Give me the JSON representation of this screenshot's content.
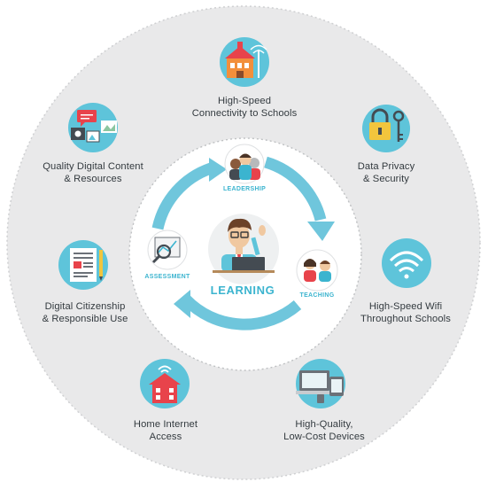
{
  "outer_items": [
    {
      "id": "connectivity",
      "line1": "High-Speed",
      "line2": "Connectivity to Schools",
      "icon": "school-building-icon"
    },
    {
      "id": "privacy",
      "line1": "Data Privacy",
      "line2": "& Security",
      "icon": "padlock-key-icon"
    },
    {
      "id": "wifi",
      "line1": "High-Speed Wifi",
      "line2": "Throughout Schools",
      "icon": "wifi-icon"
    },
    {
      "id": "devices",
      "line1": "High-Quality,",
      "line2": "Low-Cost Devices",
      "icon": "devices-icon"
    },
    {
      "id": "home",
      "line1": "Home Internet",
      "line2": "Access",
      "icon": "home-wifi-icon"
    },
    {
      "id": "citizenship",
      "line1": "Digital Citizenship",
      "line2": "& Responsible Use",
      "icon": "document-icon"
    },
    {
      "id": "content",
      "line1": "Quality Digital Content",
      "line2": "& Resources",
      "icon": "media-content-icon"
    }
  ],
  "cycle": {
    "leadership": "LEADERSHIP",
    "teaching": "TEACHING",
    "assessment": "ASSESSMENT",
    "center": "LEARNING"
  },
  "colors": {
    "accent": "#3bb4cf",
    "outer_ring": "#e9e9ea",
    "icon_circle": "#5ec4da",
    "red": "#e8434b",
    "orange": "#f28f3b",
    "text": "#333a3f"
  }
}
